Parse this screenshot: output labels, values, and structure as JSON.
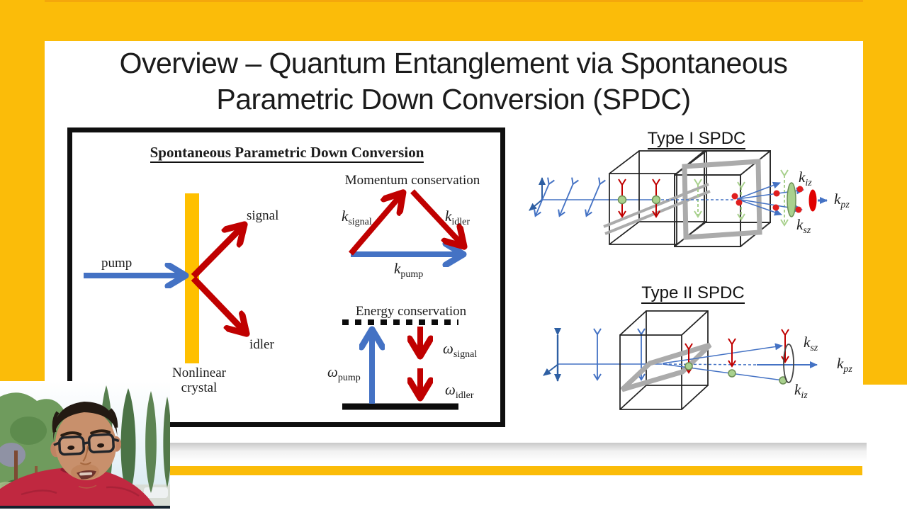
{
  "slide": {
    "title_line1": "Overview – Quantum Entanglement via Spontaneous",
    "title_line2": "Parametric Down Conversion (SPDC)"
  },
  "spdc_box": {
    "heading": "Spontaneous Parametric Down Conversion",
    "pump": "pump",
    "signal": "signal",
    "idler": "idler",
    "crystal_label_line1": "Nonlinear",
    "crystal_label_line2": "crystal",
    "momentum": {
      "title": "Momentum conservation",
      "k_signal": {
        "base": "k",
        "sub": "signal"
      },
      "k_idler": {
        "base": "k",
        "sub": "idler"
      },
      "k_pump": {
        "base": "k",
        "sub": "pump"
      }
    },
    "energy": {
      "title": "Energy conservation",
      "omega_pump": {
        "base": "ω",
        "sub": "pump"
      },
      "omega_signal": {
        "base": "ω",
        "sub": "signal"
      },
      "omega_idler": {
        "base": "ω",
        "sub": "idler"
      }
    }
  },
  "type1": {
    "title": "Type I SPDC",
    "k_iz": {
      "base": "k",
      "sub": "iz"
    },
    "k_pz": {
      "base": "k",
      "sub": "pz"
    },
    "k_sz": {
      "base": "k",
      "sub": "sz"
    }
  },
  "type2": {
    "title": "Type II SPDC",
    "k_sz": {
      "base": "k",
      "sub": "sz"
    },
    "k_pz": {
      "base": "k",
      "sub": "pz"
    },
    "k_iz": {
      "base": "k",
      "sub": "iz"
    }
  },
  "webcam": {
    "description": "presenter webcam overlay: person with glasses and red shirt, trees behind"
  },
  "colors": {
    "frame_yellow": "#FBBC09",
    "crystal_yellow": "#FFC000",
    "arrow_red": "#C00000",
    "arrow_blue": "#4472C4",
    "axis_blue_dark": "#2E5FA3",
    "plane_gray": "#ABABAB",
    "green_light": "#A9D18E",
    "green_edge": "#6C8F55",
    "dot_red": "#E01E1E",
    "ellipse_red": "#E00000",
    "ink": "#1C1C1C"
  }
}
